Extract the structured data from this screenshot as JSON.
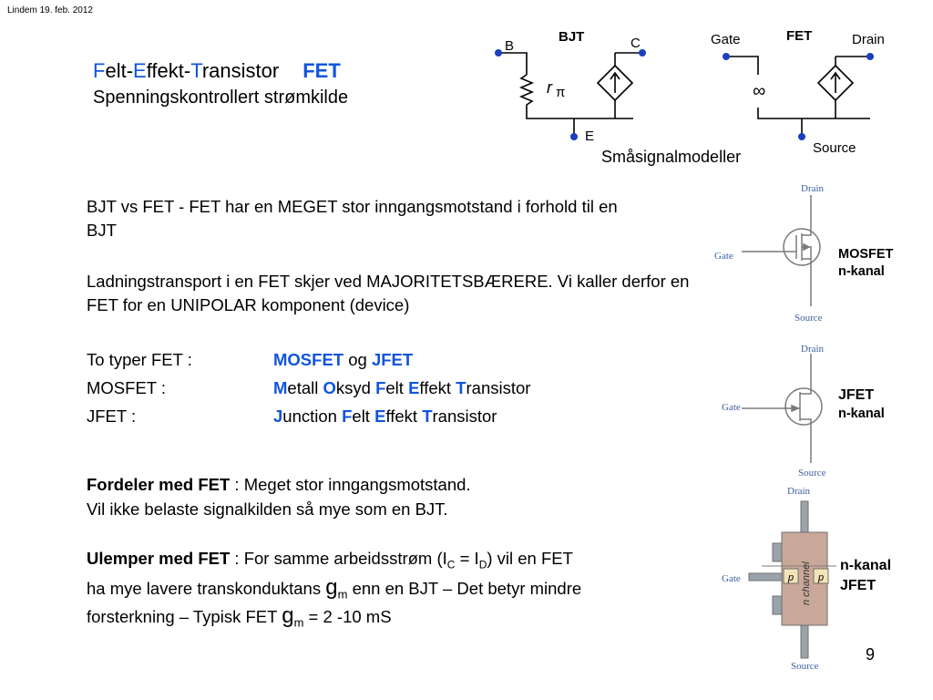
{
  "header": {
    "note": "Lindem 19. feb. 2012"
  },
  "title": {
    "w1_initial": "F",
    "w1_rest": "elt-",
    "w2_initial": "E",
    "w2_rest": "ffekt-",
    "w3_initial": "T",
    "w3_rest": "ransistor",
    "acronym": "FET",
    "subtitle": "Spenningskontrollert strømkilde"
  },
  "models": {
    "bjt_label": "BJT",
    "fet_label": "FET",
    "b": "B",
    "c": "C",
    "e": "E",
    "r_symbol": "r",
    "pi_symbol": "π",
    "gate": "Gate",
    "drain": "Drain",
    "source": "Source",
    "infinity": "∞",
    "caption": "Småsignalmodeller"
  },
  "body": {
    "p1": "BJT vs FET  - FET har en MEGET stor inngangsmotstand i forhold til en BJT",
    "p2": "Ladningstransport i en FET skjer ved MAJORITETSBÆRERE. Vi kaller derfor en FET for en UNIPOLAR komponent (device)"
  },
  "types": {
    "r1_label": "To typer FET :",
    "r1_a": "MOSFET",
    "r1_og": " og ",
    "r1_b": "JFET",
    "r2_label": "MOSFET :",
    "r2_i1": "M",
    "r2_t1": "etall ",
    "r2_i2": "O",
    "r2_t2": "ksyd ",
    "r2_i3": "F",
    "r2_t3": "elt ",
    "r2_i4": "E",
    "r2_t4": "ffekt ",
    "r2_i5": "T",
    "r2_t5": "ransistor",
    "r3_label": "JFET :",
    "r3_i1": "J",
    "r3_t1": "unction ",
    "r3_i2": "F",
    "r3_t2": "elt ",
    "r3_i3": "E",
    "r3_t3": "ffekt ",
    "r3_i4": "T",
    "r3_t4": "ransistor"
  },
  "advantages": {
    "head": "Fordeler med FET",
    "rest": " : Meget stor inngangsmotstand.",
    "line2": "Vil ikke belaste signalkilden så mye som en BJT."
  },
  "disadvantages": {
    "head": "Ulemper med FET",
    "t1": " : For samme arbeidsstrøm (I",
    "sub_c": "C",
    "eq": " = I",
    "sub_d": "D",
    "t2": ") vil en FET",
    "l2a": "ha mye lavere transkonduktans ",
    "g1": "g",
    "m1": "m",
    "l2b": " enn en BJT – Det betyr mindre",
    "l3a": "forsterkning – Typisk FET  ",
    "g2": "g",
    "m2": "m",
    "l3b": " = 2 -10 mS"
  },
  "symbols": {
    "drain": "Drain",
    "gate": "Gate",
    "source": "Source",
    "mosfet_l1": "MOSFET",
    "mosfet_l2": "n-kanal",
    "jfet_l1": "JFET",
    "jfet_l2": "n-kanal",
    "struct_l1": "n-kanal",
    "struct_l2": "JFET",
    "p_region": "p",
    "n_channel": "n channel"
  },
  "page_number": "9",
  "colors": {
    "accent": "#1155dd",
    "node": "#1a3fbf",
    "symbol_line": "#7a7a7a",
    "channel": "#c9a89a"
  }
}
